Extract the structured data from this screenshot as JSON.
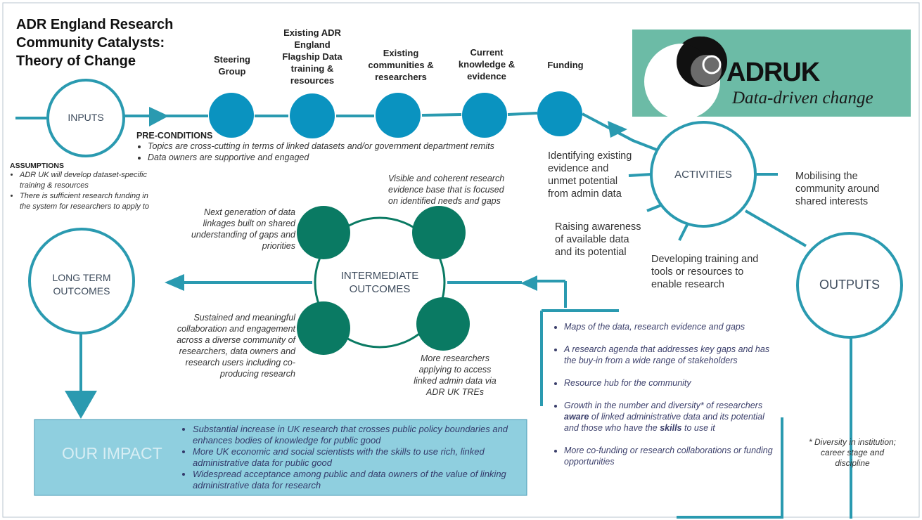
{
  "title": "ADR England Research\nCommunity Catalysts:\nTheory of Change",
  "logo": {
    "brand": "ADR",
    "brand2": "UK",
    "tagline": "Data-driven change",
    "bg_color": "#6cbba6"
  },
  "colors": {
    "teal": "#2a9ab0",
    "blue_circle": "#0a93c0",
    "green_circle": "#0a7a63",
    "impact_bg": "#8fcfdf"
  },
  "inputs": {
    "label": "INPUTS",
    "items": [
      "Steering\nGroup",
      "Existing ADR\nEngland\nFlagship Data\ntraining &\nresources",
      "Existing\ncommunities &\nresearchers",
      "Current\nknowledge &\nevidence",
      "Funding"
    ]
  },
  "preconditions": {
    "heading": "PRE-CONDITIONS",
    "items": [
      "Topics are cross-cutting in terms of linked datasets and/or government department remits",
      "Data owners are supportive and engaged"
    ]
  },
  "assumptions": {
    "heading": "ASSUMPTIONS",
    "items": [
      "ADR UK will develop dataset-specific training & resources",
      "There is sufficient research funding in the system for researchers to apply to"
    ]
  },
  "activities": {
    "label": "ACTIVITIES",
    "items": [
      "Identifying existing\nevidence and\nunmet potential\nfrom admin data",
      "Mobilising the\ncommunity around\nshared interests",
      "Raising awareness\nof available data\nand its potential",
      "Developing training and\ntools or resources to\nenable research"
    ]
  },
  "outputs": {
    "label": "OUTPUTS",
    "items": [
      "Maps of the data, research evidence and gaps",
      "A research agenda that addresses key gaps and has the buy-in from a wide range of stakeholders",
      "Resource hub for the community",
      "More co-funding or research collaborations or funding opportunities"
    ],
    "growth": {
      "pre": "Growth in the number and diversity* of researchers ",
      "b1": "aware",
      "mid": " of linked administrative data and its potential and those who have the ",
      "b2": "skills",
      "post": " to use it"
    },
    "footnote": "* Diversity in institution;\ncareer stage and\ndiscipline"
  },
  "intermediate": {
    "label": "INTERMEDIATE\nOUTCOMES",
    "items": [
      "Next generation of data\nlinkages built on shared\nunderstanding of gaps and\npriorities",
      "Visible and coherent research\nevidence base that is focused\non identified needs and gaps",
      "Sustained and meaningful\ncollaboration and engagement\nacross a diverse community of\nresearchers, data owners and\nresearch users including co-\nproducing research",
      "More researchers\napplying to access\nlinked admin data via\nADR UK TREs"
    ]
  },
  "long_term": {
    "label": "LONG TERM\nOUTCOMES"
  },
  "impact": {
    "label": "OUR IMPACT",
    "items": [
      "Substantial increase in UK research that crosses public policy boundaries and enhances bodies of knowledge for public good",
      "More UK economic and social scientists with the skills to use rich, linked administrative data for public good",
      "Widespread acceptance among public and data owners of the value of linking administrative data for research"
    ]
  }
}
